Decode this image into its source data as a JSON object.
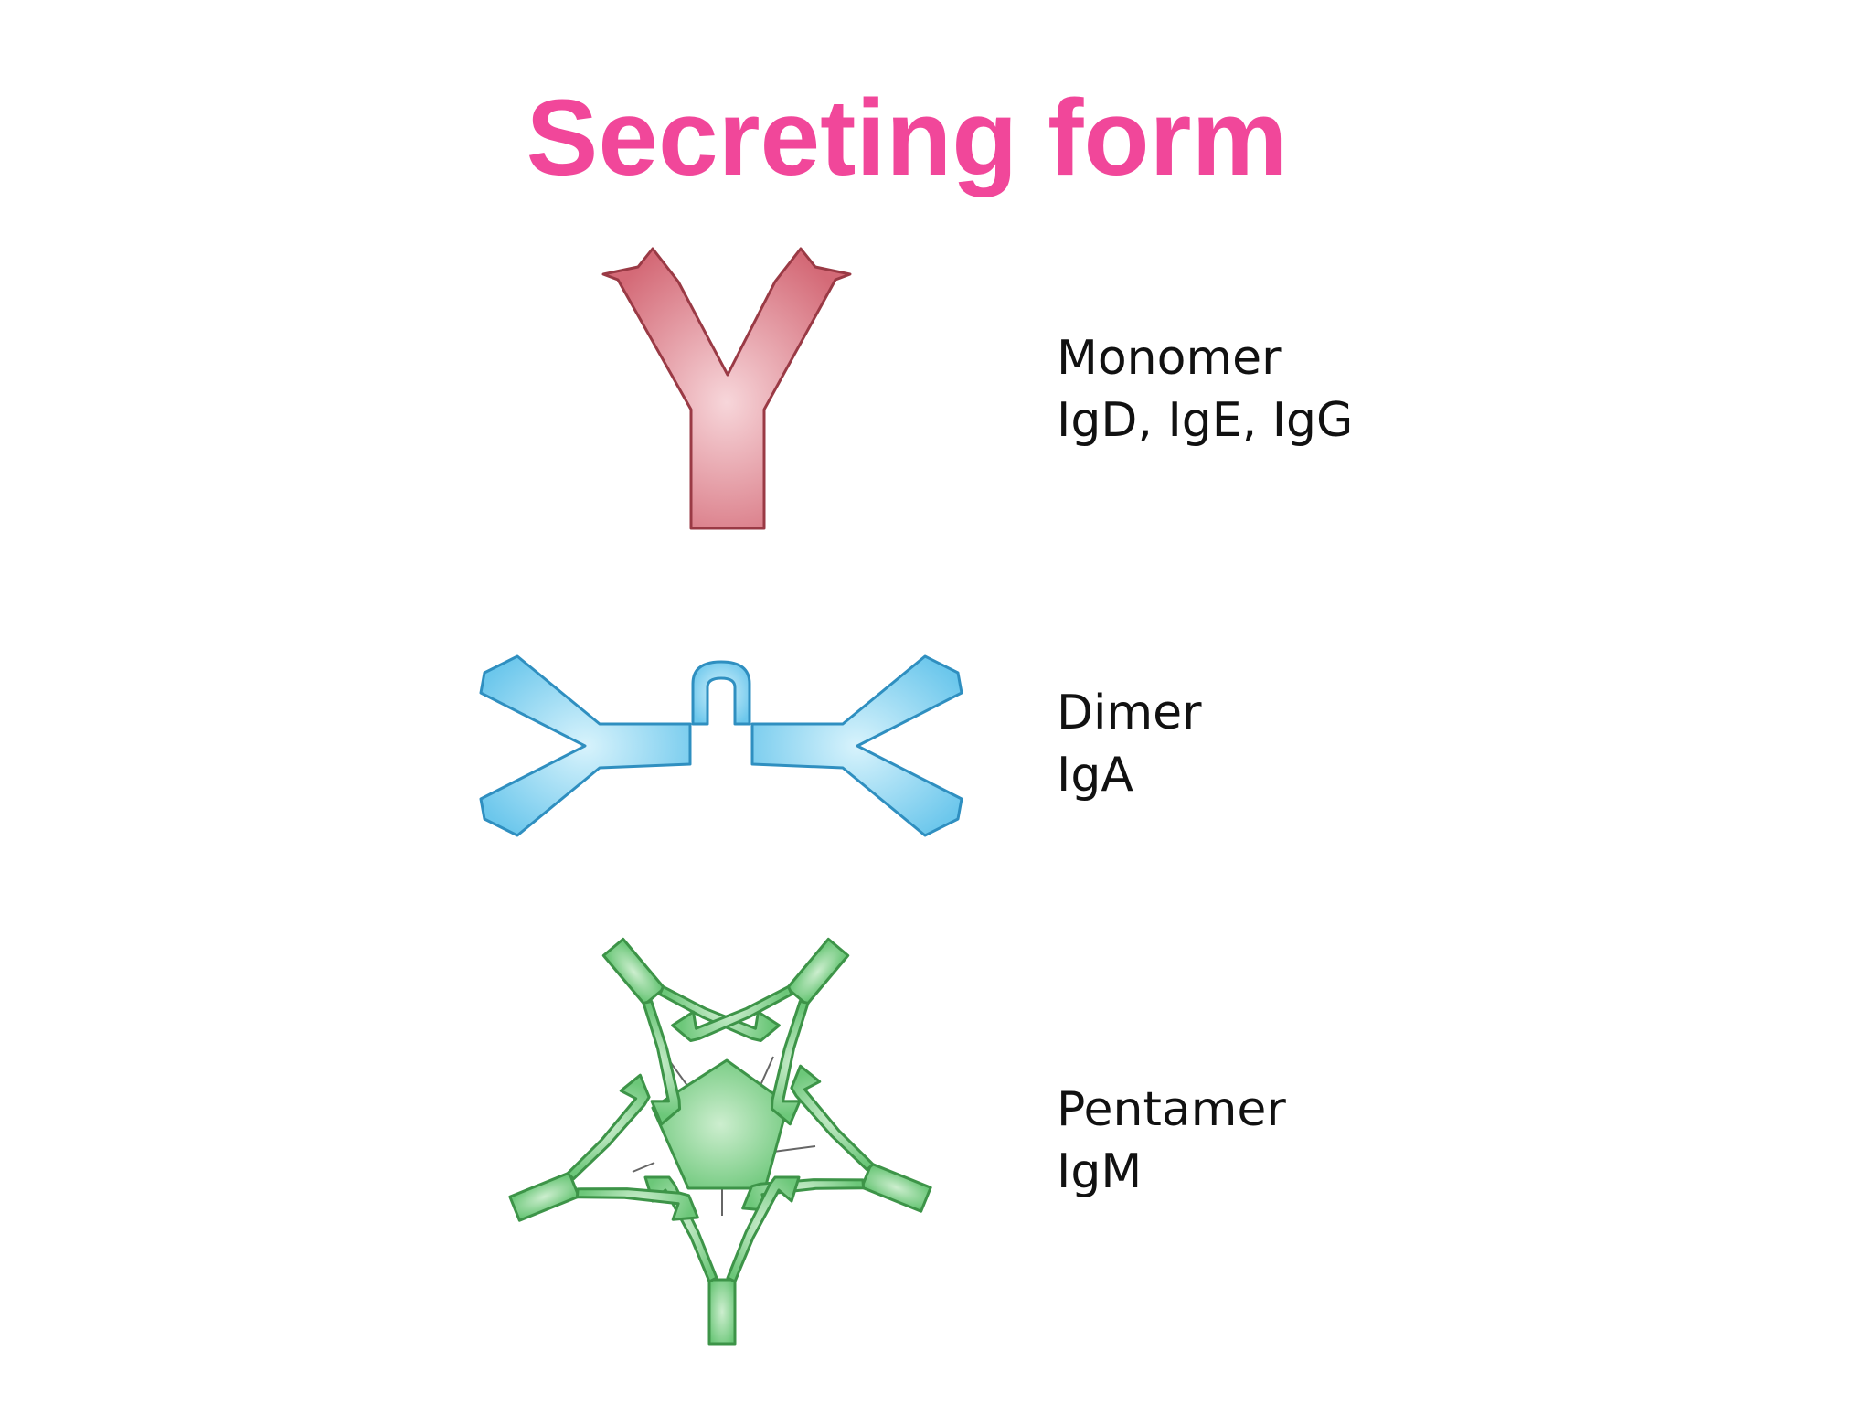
{
  "title": "Secreting form",
  "colors": {
    "title": "#f1479a",
    "monomer_fill": "#d9737f",
    "monomer_stroke": "#9a3a45",
    "dimer_fill": "#7fd0ee",
    "dimer_stroke": "#2f8fc0",
    "pentamer_fill": "#74cc80",
    "pentamer_stroke": "#3d9448"
  },
  "forms": [
    {
      "name": "Monomer",
      "classes": "IgD, IgE, IgG",
      "icon": "monomer-antibody-icon"
    },
    {
      "name": "Dimer",
      "classes": "IgA",
      "icon": "dimer-antibody-icon"
    },
    {
      "name": "Pentamer",
      "classes": "IgM",
      "icon": "pentamer-antibody-icon"
    }
  ]
}
